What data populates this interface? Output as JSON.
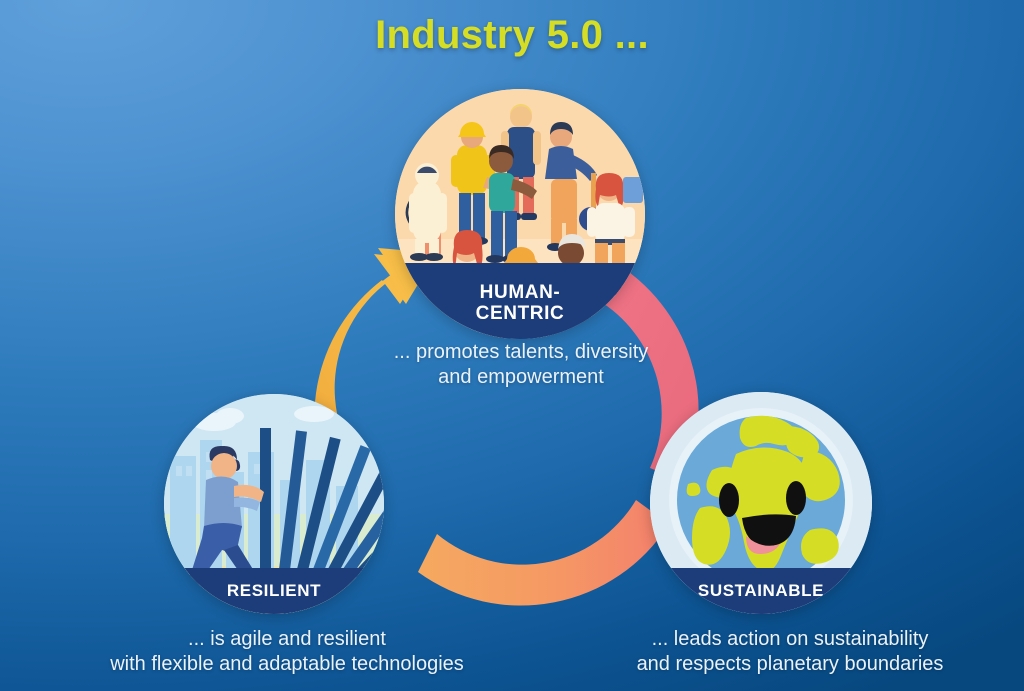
{
  "title": "Industry 5.0 ...",
  "colors": {
    "title": "#d5de24",
    "background_light": "#5fa0da",
    "background_dark": "#07487f",
    "label_band": "#1d3c7a",
    "arc_human_to_resilient": "#f5b335",
    "arc_human_to_sustainable": "#ec7281",
    "arc_sustainable_to_resilient_left": "#f4a45f",
    "arc_sustainable_to_resilient_right": "#f4866f",
    "caption_text": "#eaf2fb",
    "earth_land": "#d5de24",
    "earth_ocean": "#6aa9d8"
  },
  "nodes": [
    {
      "id": "human-centric",
      "label": "HUMAN-\nCENTRIC",
      "label_line1": "HUMAN-",
      "label_line2": "CENTRIC",
      "caption_line1": "... promotes talents, diversity",
      "caption_line2": "and empowerment",
      "caption": "... promotes talents, diversity and empowerment",
      "illustration": "diverse-group-of-workers-illustration"
    },
    {
      "id": "resilient",
      "label": "RESILIENT",
      "caption_line1": "... is agile and resilient",
      "caption_line2": "with flexible and adaptable technologies",
      "caption": "... is agile and resilient with flexible and adaptable technologies",
      "illustration": "person-stopping-falling-dominoes-illustration"
    },
    {
      "id": "sustainable",
      "label": "SUSTAINABLE",
      "caption_line1": "... leads action on sustainability",
      "caption_line2": "and respects planetary boundaries",
      "caption": "... leads action on sustainability and respects planetary boundaries",
      "illustration": "smiling-earth-globe-illustration"
    }
  ],
  "arrows": [
    {
      "id": "arrow-to-human-centric",
      "from": "resilient",
      "to": "human-centric",
      "color": "#f5b335"
    },
    {
      "id": "arrow-to-sustainable",
      "from": "human-centric",
      "to": "sustainable",
      "color": "#ec7281"
    },
    {
      "id": "arrow-to-resilient",
      "from": "sustainable",
      "to": "resilient",
      "color": "#f4a45f"
    }
  ]
}
